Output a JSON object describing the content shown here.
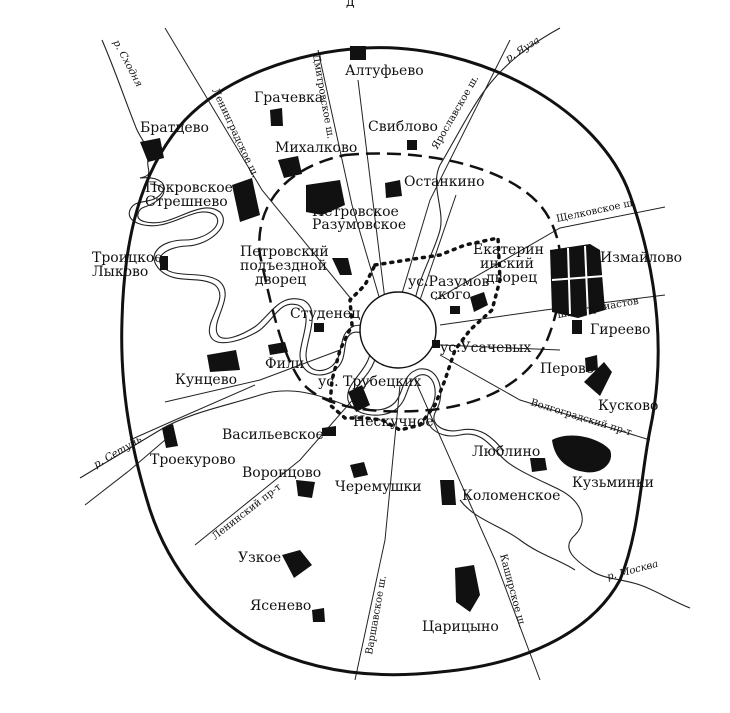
{
  "header_fragment": "д",
  "estates": {
    "altufyevo": "Алтуфьево",
    "grachevka": "Грачевка",
    "bratcevo": "Братцево",
    "sviblovo": "Свиблово",
    "mikhalkovo": "Михалково",
    "pokrovskoe_1": "Покровское",
    "pokrovskoe_2": "Стрешнево",
    "ostankino": "Останкино",
    "petrovskoe_1": "Петровское",
    "petrovskoe_2": "Разумовское",
    "troitskoe_1": "Троицкое",
    "troitskoe_2": "Лыково",
    "putevoy_1": "Петровский",
    "putevoy_2": "подъездной",
    "putevoy_3": "дворец",
    "izmaylovo": "Измайлово",
    "ekaterin_1": "Екатерин",
    "ekaterin_2": "инский",
    "ekaterin_3": "дворец",
    "razumov_1": "ус.Разумов",
    "razumov_2": "ского",
    "studenets": "Студенец",
    "gireevo": "Гиреево",
    "usachevykh": "ус.Усачевых",
    "fili": "Фили",
    "kuntsevo": "Кунцево",
    "perovo": "Перово",
    "trubetskikh": "ус. Трубецких",
    "kuskovo": "Кусково",
    "vasilyevskoe": "Васильевское",
    "neskuchnoe": "Нескучное",
    "troekurovo": "Троекурово",
    "lyublino": "Люблино",
    "vorontsovo": "Воронцово",
    "cheremushki": "Черемушки",
    "kuzminki": "Кузьминки",
    "kolomenskoe": "Коломенское",
    "uzkoe": "Узкое",
    "yasenevo": "Ясенево",
    "tsaritsyno": "Царицыно"
  },
  "roads": {
    "dmitrovskoe": "Дмитровское ш.",
    "leningradskoe": "Ленинградское ш.",
    "yaroslavskoe": "Ярославское ш.",
    "shchelkovskoe": "Щелковское ш.",
    "entuziastov": "ш. Энтузиастов",
    "volgogradsky": "Волгоградский пр-т",
    "leninsky": "Ленинский пр-т",
    "varshavskoe": "Варшавское ш.",
    "kashirskoe": "Каширское ш."
  },
  "rivers": {
    "skhodnya": "р. Сходня",
    "yauza": "р. Яуза",
    "setun": "р. Сетунь",
    "moskva": "р. Москва"
  }
}
